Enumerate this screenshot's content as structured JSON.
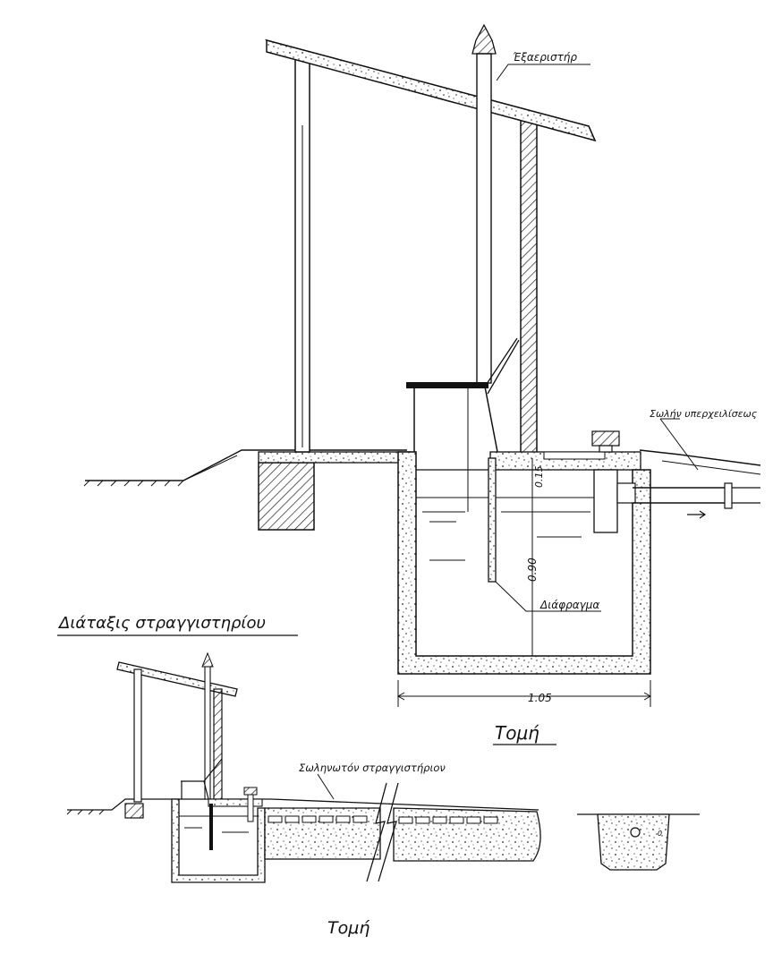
{
  "labels": {
    "vent": "Έξαεριστήρ",
    "overflow_pipe": "Σωλήν υπερχειλίσεως",
    "diaphragm": "Διάφραγμα",
    "layout_title": "Διάταξις στραγγιστηρίου",
    "section_main": "Τομή",
    "piped_drain": "Σωληνωτόν στραγγιστήριον",
    "section_small": "Τομή"
  },
  "dimensions": {
    "depth_top": "0.15",
    "depth_tank": "0.90",
    "width_tank": "1.05",
    "pipe_mark": "0"
  }
}
